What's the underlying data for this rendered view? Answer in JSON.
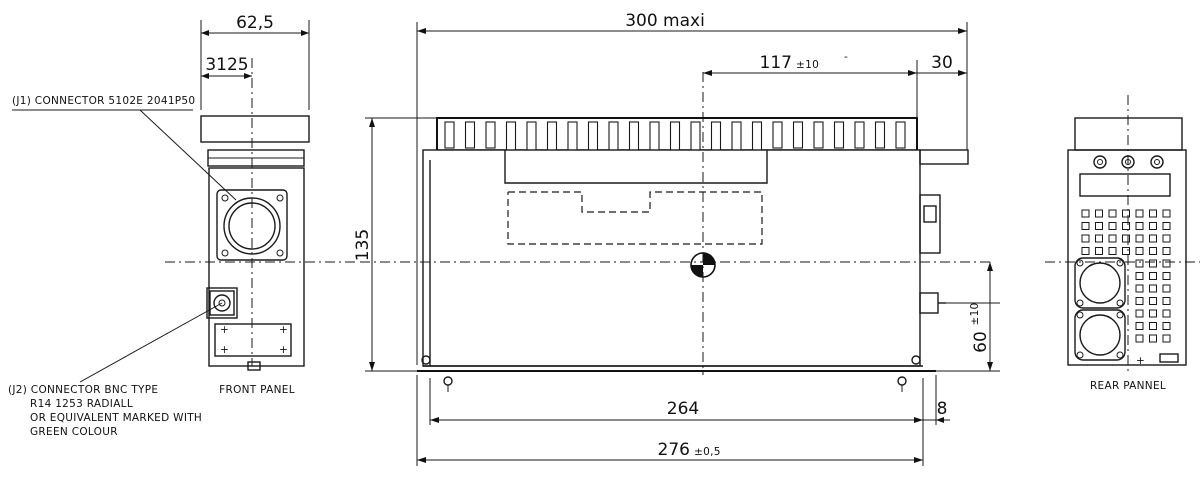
{
  "front_panel": {
    "title": "FRONT PANEL",
    "width_dim": "62,5",
    "offset_dim": "3125",
    "j1_label": "(J1) CONNECTOR 5102E 2041P50",
    "j2_label_lines": [
      "(J2) CONNECTOR BNC TYPE",
      "R14 1253 RADIALL",
      "OR EQUIVALENT MARKED WITH",
      "GREEN COLOUR"
    ]
  },
  "side_view": {
    "overall_length": "300 maxi",
    "fin_dim": "117",
    "fin_tol": "±10",
    "fin_tol_mark": "-",
    "rear_dim": "30",
    "height_dim": "135",
    "connector_height_dim": "60",
    "connector_height_tol": "±10",
    "foot_spacing_dim": "264",
    "foot_offset_dim": "8",
    "base_length_dim": "276",
    "base_length_tol": "±0,5"
  },
  "rear_panel": {
    "title": "REAR PANNEL",
    "plus_mark": "+"
  }
}
